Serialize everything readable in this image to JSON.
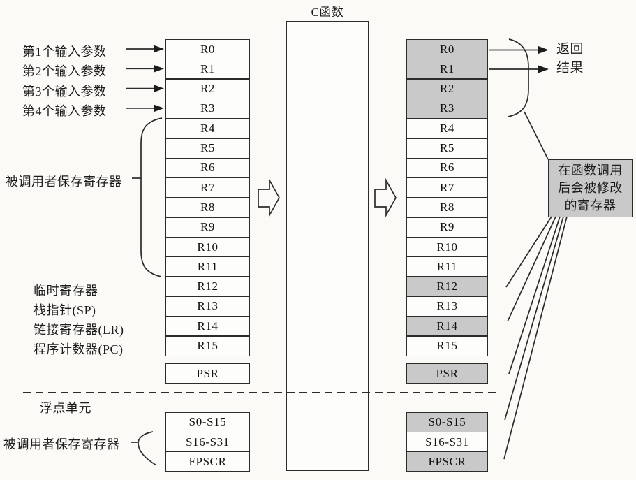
{
  "figure": {
    "title": "C函数",
    "left_labels": {
      "param1": "第1个输入参数",
      "param2": "第2个输入参数",
      "param3": "第3个输入参数",
      "param4": "第4个输入参数",
      "callee_saved": "被调用者保存寄存器",
      "temp_register": "临时寄存器",
      "stack_pointer": "栈指针(SP)",
      "link_register": "链接寄存器(LR)",
      "program_counter": "程序计数器(PC)",
      "fpu_unit": "浮点单元",
      "fpu_callee_saved": "被调用者保存寄存器"
    },
    "right_labels": {
      "return_line1": "返回",
      "return_line2": "结果",
      "modified_line1": "在函数调用",
      "modified_line2": "后会被修改",
      "modified_line3": "的寄存器"
    },
    "left_column": {
      "rows": [
        {
          "label": "R0"
        },
        {
          "label": "R1"
        },
        {
          "label": "R2"
        },
        {
          "label": "R3"
        },
        {
          "label": "R4"
        },
        {
          "label": "R5"
        },
        {
          "label": "R6"
        },
        {
          "label": "R7"
        },
        {
          "label": "R8"
        },
        {
          "label": "R9"
        },
        {
          "label": "R10"
        },
        {
          "label": "R11"
        },
        {
          "label": "R12"
        },
        {
          "label": "R13"
        },
        {
          "label": "R14"
        },
        {
          "label": "R15"
        },
        {
          "label": "PSR"
        },
        {
          "label": "S0-S15"
        },
        {
          "label": "S16-S31"
        },
        {
          "label": "FPSCR"
        }
      ]
    },
    "right_column": {
      "rows": [
        {
          "label": "R0",
          "modified": true
        },
        {
          "label": "R1",
          "modified": true
        },
        {
          "label": "R2",
          "modified": true
        },
        {
          "label": "R3",
          "modified": true
        },
        {
          "label": "R4",
          "modified": false
        },
        {
          "label": "R5",
          "modified": false
        },
        {
          "label": "R6",
          "modified": false
        },
        {
          "label": "R7",
          "modified": false
        },
        {
          "label": "R8",
          "modified": false
        },
        {
          "label": "R9",
          "modified": false
        },
        {
          "label": "R10",
          "modified": false
        },
        {
          "label": "R11",
          "modified": false
        },
        {
          "label": "R12",
          "modified": true
        },
        {
          "label": "R13",
          "modified": false
        },
        {
          "label": "R14",
          "modified": true
        },
        {
          "label": "R15",
          "modified": false
        },
        {
          "label": "PSR",
          "modified": true
        },
        {
          "label": "S0-S15",
          "modified": true
        },
        {
          "label": "S16-S31",
          "modified": false
        },
        {
          "label": "FPSCR",
          "modified": true
        }
      ]
    },
    "colors": {
      "shaded_fill": "#c9c9c9",
      "line": "#2b2b2b",
      "background": "#fbfaf7"
    }
  }
}
